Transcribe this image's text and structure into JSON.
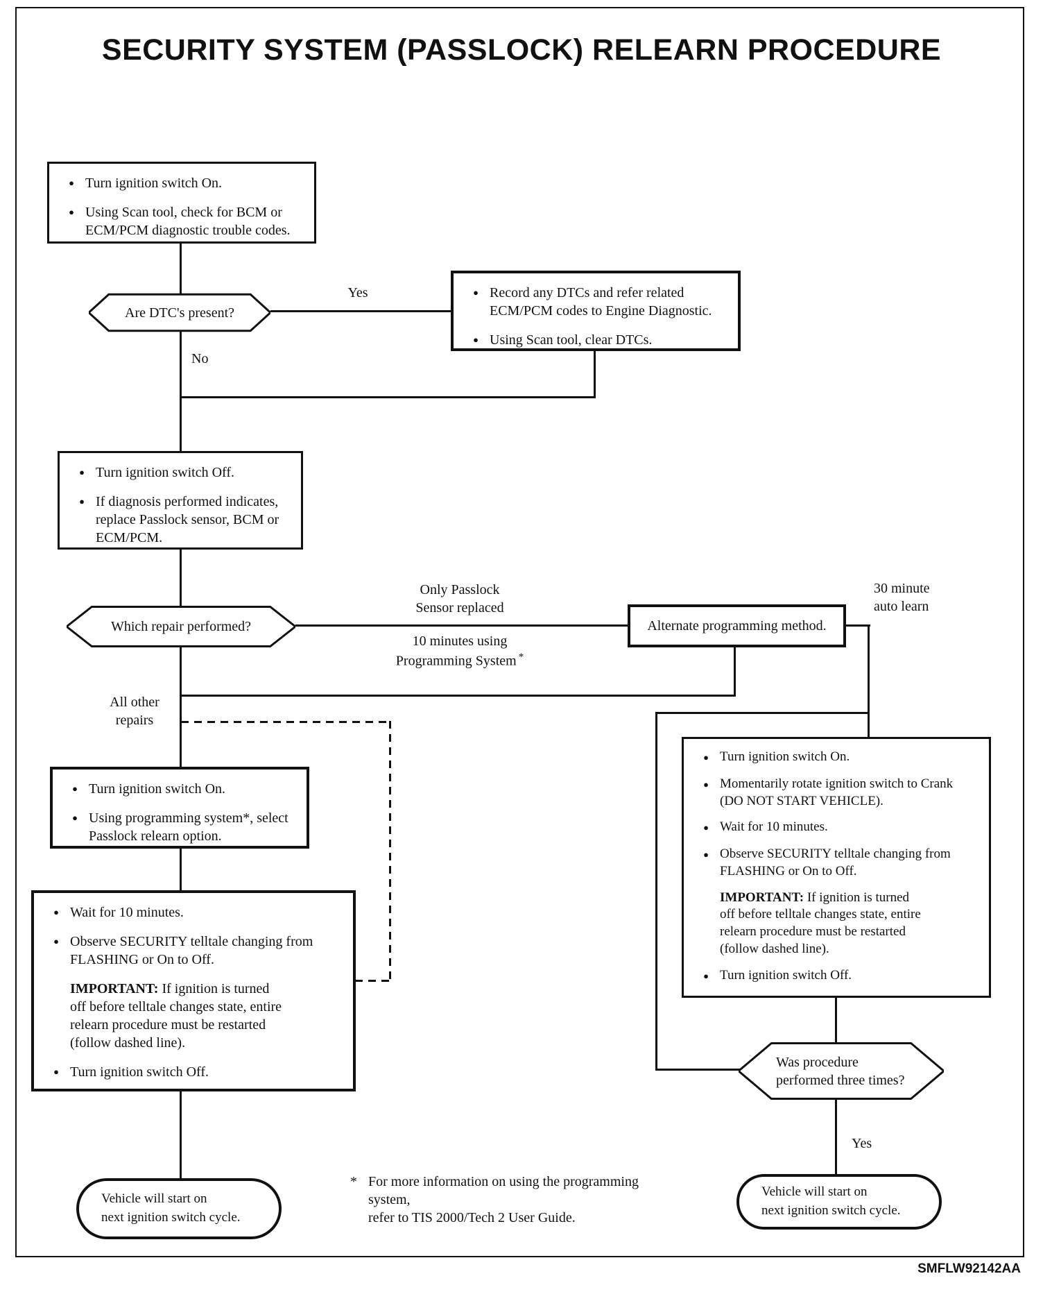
{
  "page": {
    "title": "SECURITY SYSTEM (PASSLOCK) RELEARN PROCEDURE",
    "doc_code": "SMFLW92142AA"
  },
  "glyphs": {
    "bullet": "●"
  },
  "labels": {
    "yes_top": "Yes",
    "no": "No",
    "only_passlock": "Only Passlock\nSensor replaced",
    "ten_minutes": "10 minutes using\nProgramming System",
    "asterisk": "*",
    "thirty_minute": "30 minute\nauto learn",
    "all_other": "All other\nrepairs",
    "yes_bottom": "Yes"
  },
  "nodes": {
    "check_dtc": {
      "bullets": [
        "Turn ignition switch On.",
        "Using Scan tool, check for BCM or\nECM/PCM diagnostic trouble codes."
      ]
    },
    "dtc_present": {
      "question": "Are DTC's present?"
    },
    "record_dtc": {
      "bullets": [
        "Record any DTCs and refer related\nECM/PCM codes to Engine Diagnostic.",
        "Using Scan tool, clear DTCs."
      ]
    },
    "ignition_off": {
      "bullets": [
        "Turn ignition switch Off.",
        "If diagnosis performed indicates,\nreplace Passlock sensor, BCM or\nECM/PCM."
      ]
    },
    "which_repair": {
      "question": "Which repair performed?"
    },
    "alternate": {
      "text": "Alternate programming method."
    },
    "select_relearn": {
      "bullets": [
        "Turn ignition switch On.",
        "Using programming system*, select\nPasslock relearn option."
      ]
    },
    "wait_observe_left": {
      "bullets_before": [
        "Wait for 10 minutes.",
        "Observe SECURITY telltale changing from\nFLASHING or On to Off."
      ],
      "important_label": "IMPORTANT:",
      "important_text": " If ignition is turned\noff before telltale changes state, entire\nrelearn procedure must be restarted\n(follow dashed line).",
      "bullets_after": [
        "Turn ignition switch Off."
      ]
    },
    "auto_learn_right": {
      "bullets_before": [
        "Turn ignition switch On.",
        "Momentarily rotate ignition switch to Crank\n(DO NOT START VEHICLE).",
        "Wait for 10 minutes.",
        "Observe SECURITY telltale changing from\nFLASHING or On to Off."
      ],
      "important_label": "IMPORTANT:",
      "important_text": " If ignition is turned\noff before telltale changes state, entire\nrelearn procedure must be restarted\n(follow dashed line).",
      "bullets_after": [
        "Turn ignition switch Off."
      ]
    },
    "three_times": {
      "question": "Was procedure\nperformed three times?"
    },
    "terminal_left": {
      "text": "Vehicle will start on\nnext ignition switch cycle."
    },
    "terminal_right": {
      "text": "Vehicle will start on\nnext ignition switch cycle."
    }
  },
  "footnote": {
    "marker": "*",
    "text": "For more information on using the programming system,\nrefer to TIS 2000/Tech 2 User Guide."
  },
  "colors": {
    "ink": "#111111",
    "paper": "#ffffff"
  }
}
